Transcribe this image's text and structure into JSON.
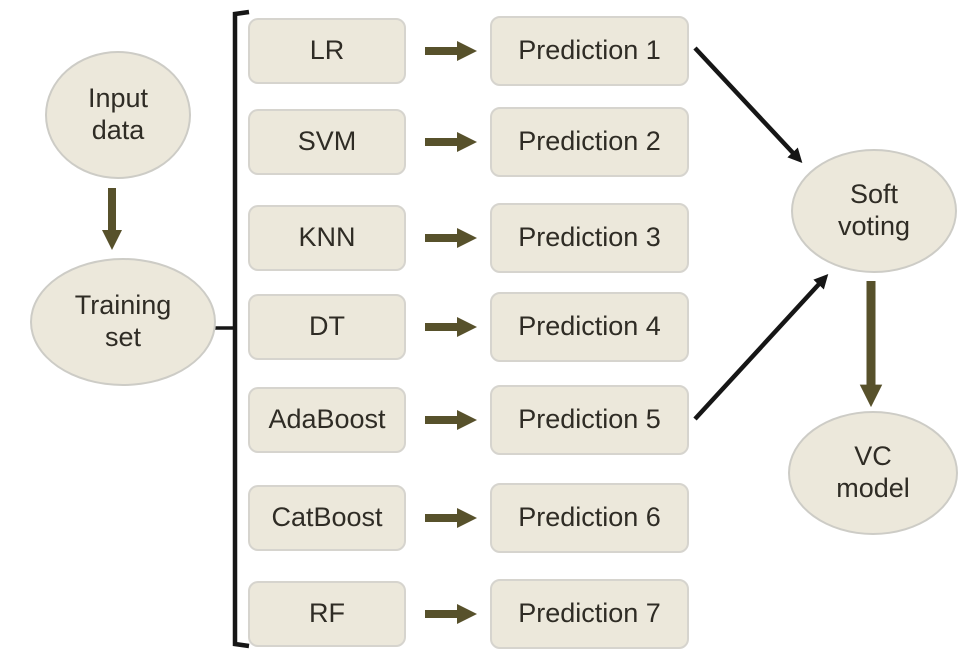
{
  "diagram": {
    "nodes": {
      "input": "Input\ndata",
      "training": "Training\nset",
      "soft_voting": "Soft\nvoting",
      "vc_model": "VC\nmodel"
    },
    "models": [
      "LR",
      "SVM",
      "KNN",
      "DT",
      "AdaBoost",
      "CatBoost",
      "RF"
    ],
    "predictions": [
      "Prediction 1",
      "Prediction 2",
      "Prediction 3",
      "Prediction 4",
      "Prediction 5",
      "Prediction 6",
      "Prediction 7"
    ],
    "colors": {
      "node_fill": "#ECE8DB",
      "node_border": "#CDCCC6",
      "olive_arrow": "#57512B",
      "black_line": "#161616",
      "text": "#2F2C25",
      "background": "#FFFFFF"
    }
  }
}
